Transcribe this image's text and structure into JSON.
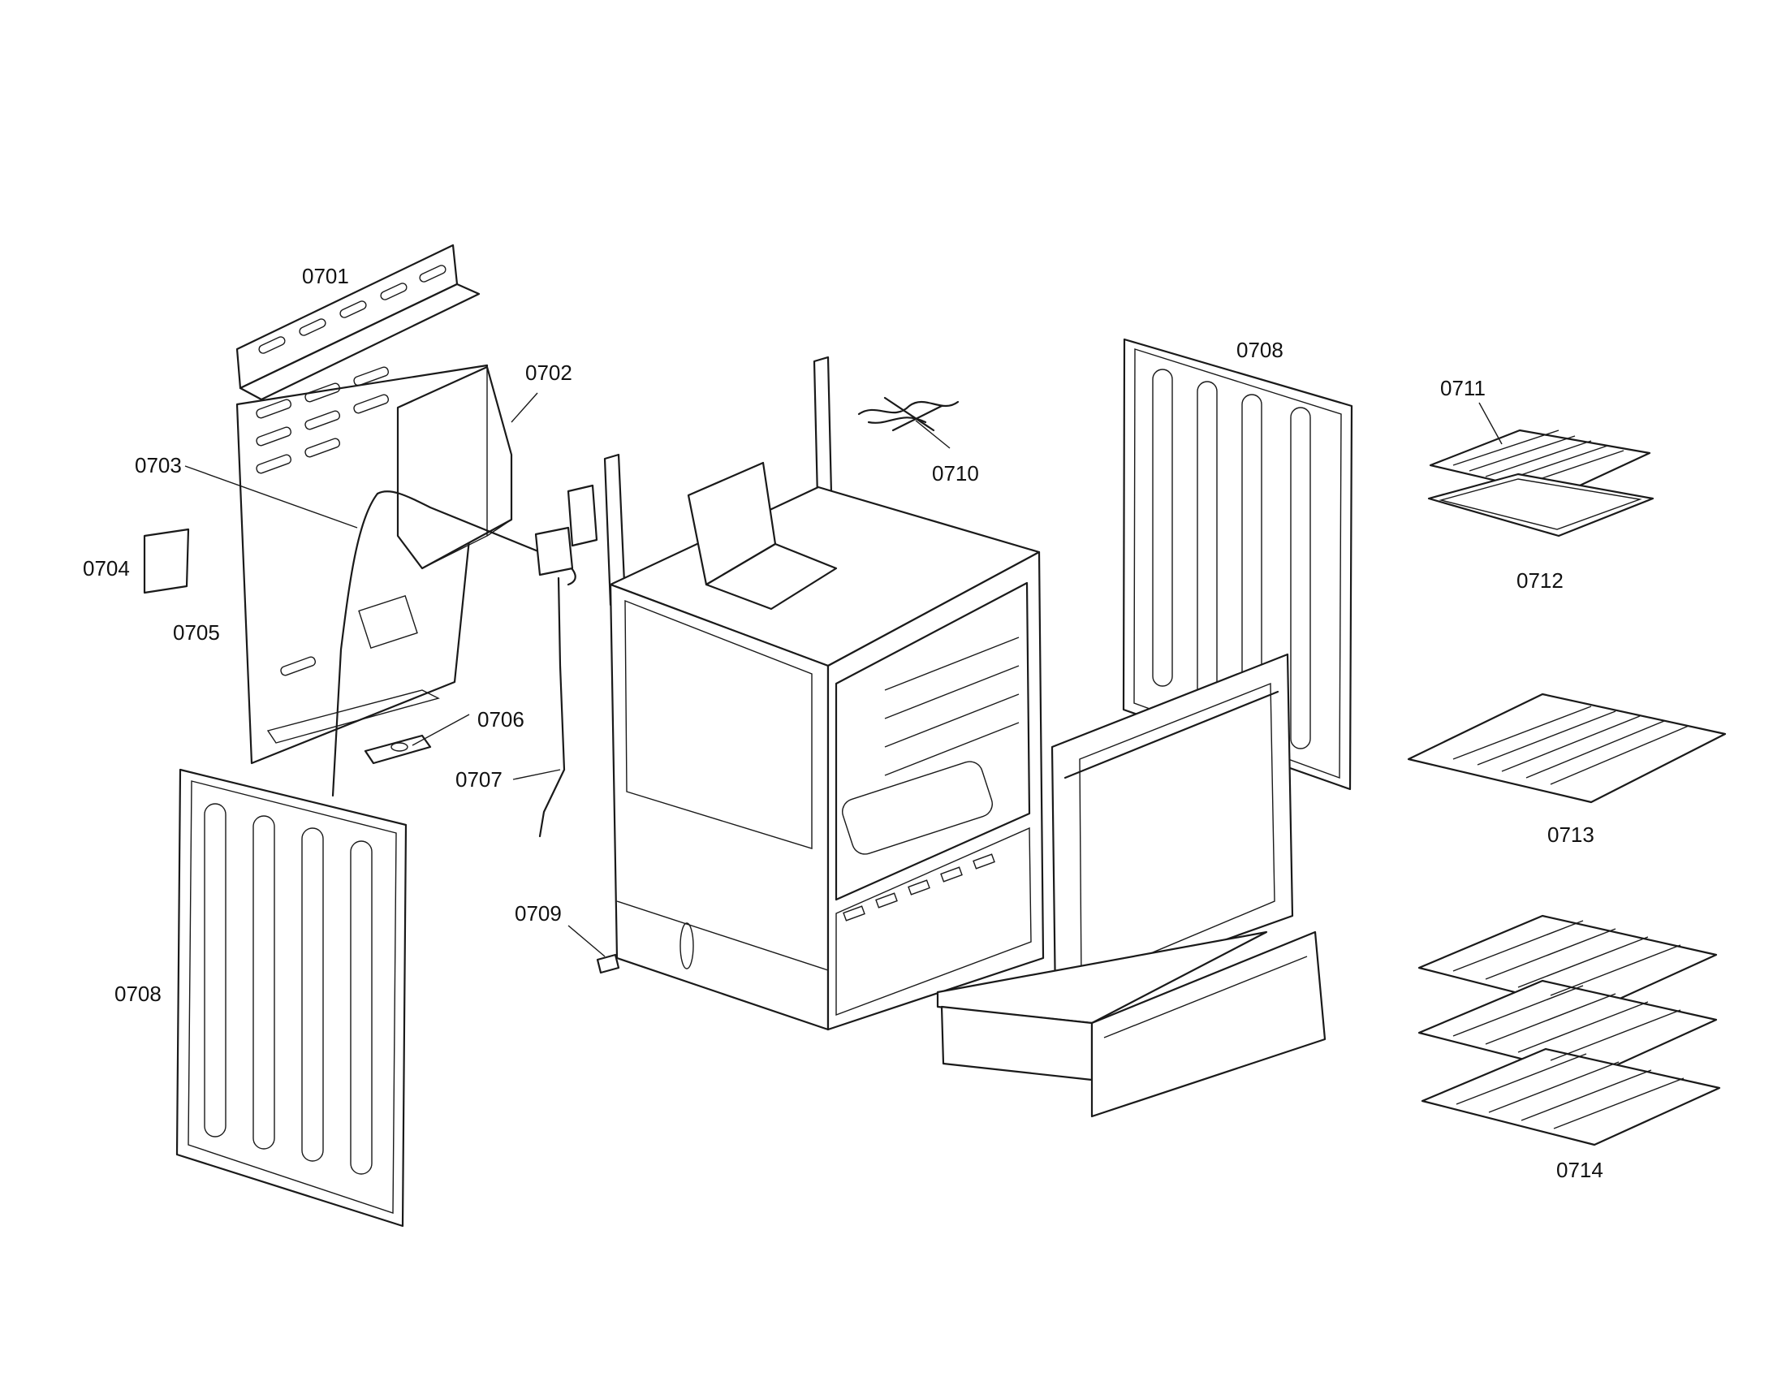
{
  "diagram": {
    "labels": {
      "p0701": "0701",
      "p0702": "0702",
      "p0703": "0703",
      "p0704": "0704",
      "p0705": "0705",
      "p0706": "0706",
      "p0707": "0707",
      "p0708_left": "0708",
      "p0708_right": "0708",
      "p0709": "0709",
      "p0710": "0710",
      "p0711": "0711",
      "p0712": "0712",
      "p0713": "0713",
      "p0714": "0714"
    },
    "line_color": "#1a1a1a",
    "background": "#ffffff"
  }
}
